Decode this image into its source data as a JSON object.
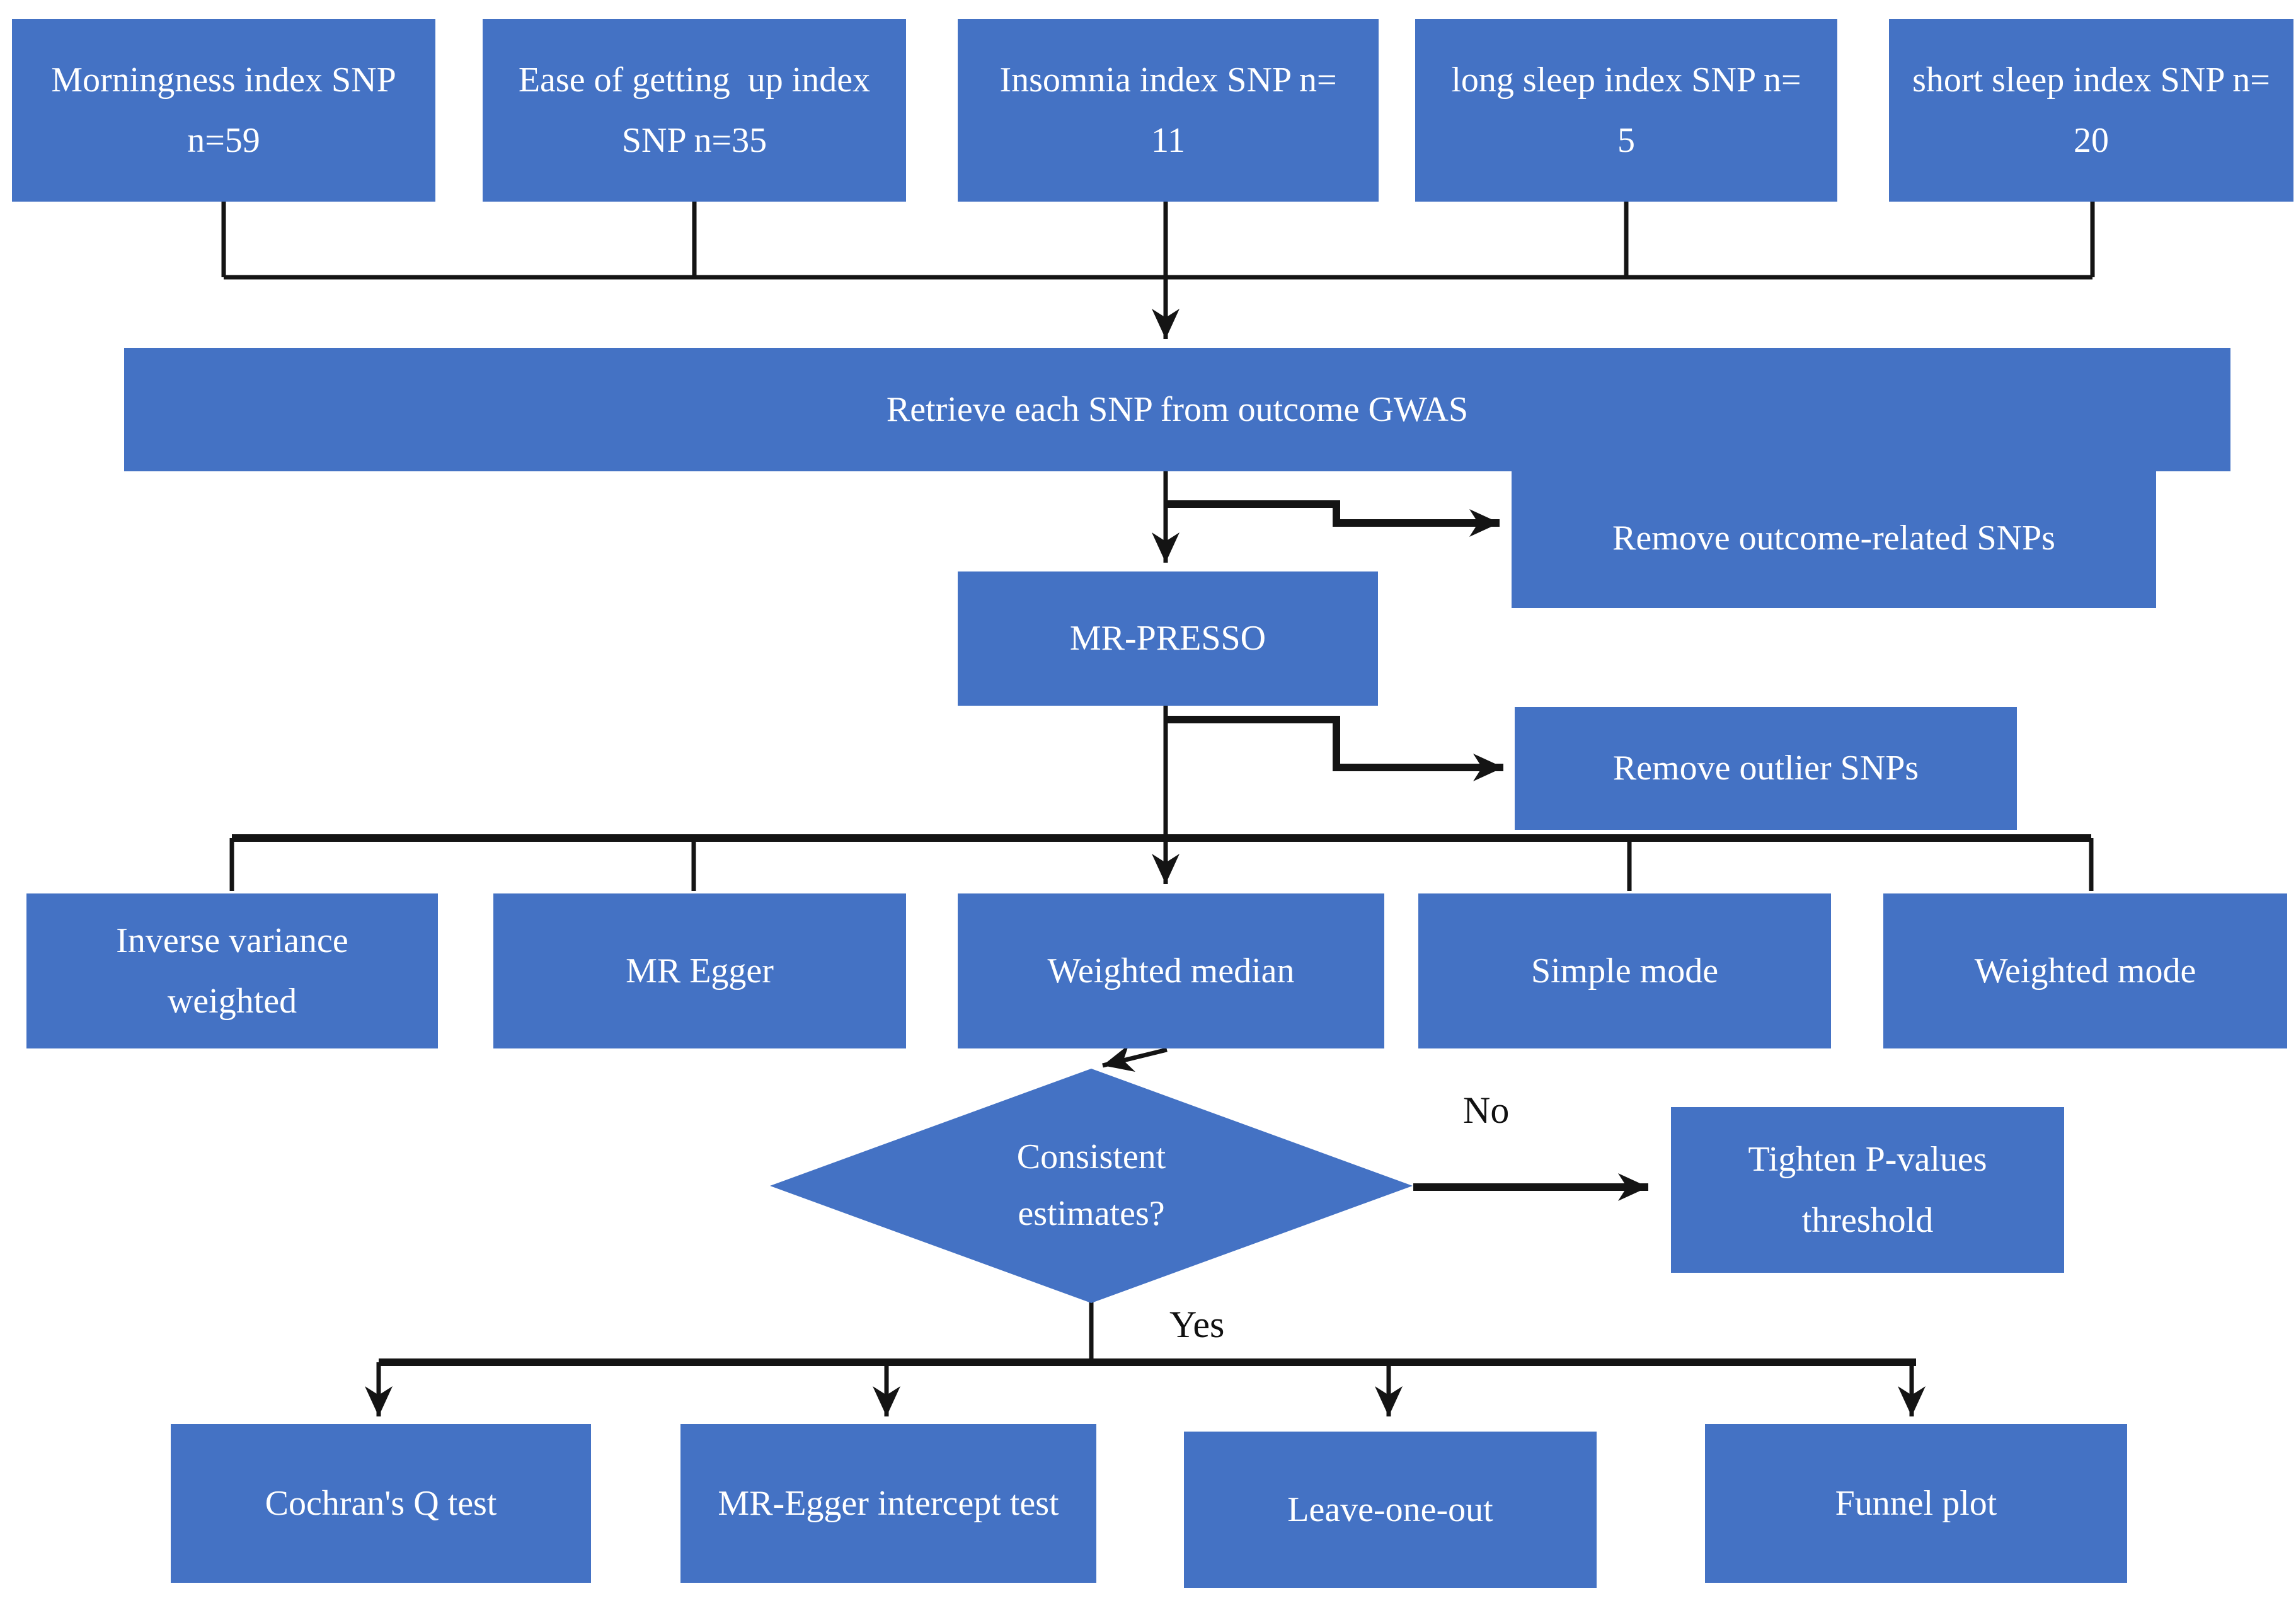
{
  "colors": {
    "node_fill": "#4472C4",
    "node_text": "#ffffff",
    "line": "#141414",
    "background": "#ffffff"
  },
  "nodes": {
    "morningness": {
      "label": "Morningness index SNP\nn=59"
    },
    "ease_getting_up": {
      "label": "Ease of getting  up index\nSNP n=35"
    },
    "insomnia": {
      "label": "Insomnia index SNP n=\n11"
    },
    "long_sleep": {
      "label": "long sleep index SNP n=\n5"
    },
    "short_sleep": {
      "label": "short sleep index SNP n=\n20"
    },
    "retrieve": {
      "label": "Retrieve each SNP from outcome GWAS"
    },
    "remove_outcome_related": {
      "label": "Remove outcome-related SNPs"
    },
    "mr_presso": {
      "label": "MR-PRESSO"
    },
    "remove_outlier": {
      "label": "Remove outlier SNPs"
    },
    "inverse_variance_weighted": {
      "label": "Inverse variance\nweighted"
    },
    "mr_egger": {
      "label": "MR Egger"
    },
    "weighted_median": {
      "label": "Weighted median"
    },
    "simple_mode": {
      "label": "Simple mode"
    },
    "weighted_mode": {
      "label": "Weighted mode"
    },
    "consistent_estimates": {
      "label": "Consistent\nestimates?"
    },
    "tighten_threshold": {
      "label": "Tighten P-values\nthreshold"
    },
    "cochran_q": {
      "label": "Cochran's Q test"
    },
    "mr_egger_intercept": {
      "label": "MR-Egger intercept test"
    },
    "leave_one_out": {
      "label": "Leave-one-out"
    },
    "funnel_plot": {
      "label": "Funnel plot"
    }
  },
  "edge_labels": {
    "no": "No",
    "yes": "Yes"
  }
}
